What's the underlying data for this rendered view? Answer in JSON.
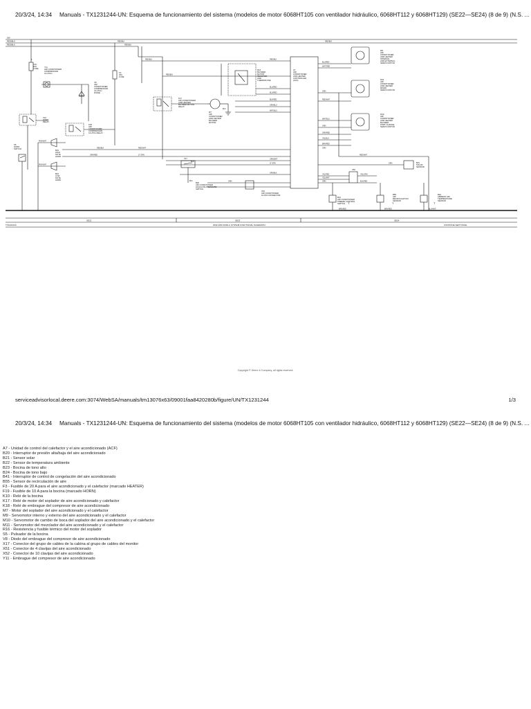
{
  "header": {
    "timestamp": "20/3/24, 14:34",
    "title": "Manuals - TX1231244-UN: Esquema de funcionamiento del sistema (modelos de motor 6068HT105 con ventilador hidráulico, 6068HT112 y 6068HT129) (SE22—SE24) (8 de 9) (N.S. ..."
  },
  "footer": {
    "url": "serviceadvisorlocal.deere.com:3074/WebSA/manuals/tm13076x63/09001faa8420280b/figure/UN/TX1231244",
    "page": "1/3"
  },
  "diagram": {
    "figure_id": "TX1231244",
    "caption": "2032 AND 2032LC SYSTEM FUNCTIONAL SCHEMATIC",
    "continue_label": "CONTINUE NEXT PAGE",
    "sections": [
      "SE22",
      "SE23",
      "SE24"
    ],
    "copyright": "Copyright © Deere & Company, all rights reserved.",
    "left_wires": [
      "SW",
      "RED/BLK",
      "RED/BLK"
    ],
    "components": {
      "F19": [
        "F19",
        "10A",
        "FUSE"
      ],
      "Y11": [
        "Y11",
        "AIR CONDITIONER",
        "COMPRESSOR",
        "CLUTCH"
      ],
      "F3": [
        "F3",
        "20A",
        "FUSE"
      ],
      "V8": [
        "V8",
        "AIR",
        "CONDITIONER",
        "COMPRESSOR",
        "CLUTCH",
        "DIODE"
      ],
      "K10": [
        "K10",
        "HORN",
        "RELAY"
      ],
      "K18": [
        "K18",
        "AIR",
        "CONDITIONER",
        "COMPRESSOR",
        "CLUTCH RELAY"
      ],
      "K17": [
        "K17",
        "AIR CONDITIONER",
        "AND HEATER",
        "BLOWER MOTOR",
        "RELAY"
      ],
      "R16": [
        "R16",
        "BLOWER",
        "MOTOR",
        "RESISTOR",
        "AND",
        "THERMOFUSE"
      ],
      "A7": [
        "A7",
        "AIR",
        "CONDITIONER",
        "AND HEATER",
        "CONTROLLER",
        "(ACF)"
      ],
      "M7": [
        "M7",
        "AIR",
        "CONDITIONER",
        "AND HEATER",
        "BLOWER",
        "MOTOR"
      ],
      "S5": [
        "S5",
        "HORN",
        "SWITCH"
      ],
      "B23": [
        "B23",
        "HIGH",
        "NOTE",
        "HORN"
      ],
      "B24": [
        "B24",
        "LOW",
        "NOTE",
        "HORN"
      ],
      "X17": [
        "X17"
      ],
      "B20": [
        "B20",
        "AIR CONDITIONER",
        "HIGH/LOW-PRESSURE",
        "SWITCH"
      ],
      "X51": [
        "X51",
        "AIR CONDITIONER",
        "10-PIN CONNECTOR"
      ],
      "X52": [
        "X52"
      ],
      "M9": [
        "M9",
        "AIR",
        "CONDITIONER",
        "AND HEATER",
        "INTERNAL",
        "AND EXTERNAL",
        "SERVO MOTOR"
      ],
      "M11": [
        "M11",
        "AIR",
        "CONDITIONER",
        "AND HEATER",
        "MIXER",
        "SERVO MOTOR"
      ],
      "M10": [
        "M10",
        "AIR",
        "CONDITIONER",
        "AND HEATER",
        "BLOWER",
        "PORT CHANGE",
        "SERVO MOTOR"
      ],
      "B21": [
        "B21",
        "SOLAR",
        "SENSOR"
      ],
      "B41": [
        "B41",
        "AIR CONDITIONER",
        "FREEZE CONTROL",
        "SWITCH"
      ],
      "B55": [
        "B55",
        "AIR",
        "RECIRCULATION",
        "SENSOR"
      ],
      "B22": [
        "B22",
        "AMBIENT AIR",
        "TEMPERATURE",
        "SENSOR"
      ]
    },
    "wire_labels": [
      "RED/BLK",
      "RED/BLK",
      "RED/BLK",
      "BLU/RED",
      "WHT/RED",
      "RED/BLK",
      "RED/BLK",
      "GRN",
      "RED/WHT",
      "BLU/RED",
      "BLU/RED",
      "WHT/BLU",
      "BLK/RED",
      "GRN/BLU",
      "RED/BLK",
      "GRN",
      "GRN/RED",
      "YEL/BLU",
      "BRN/RED",
      "WHT/BLU",
      "ORN",
      "RED/BLK",
      "GRN/WHT",
      "LT GRN",
      "ORN/BLK",
      "BLK",
      "GRN",
      "YEL/RED",
      "YEL/WHT",
      "ORN",
      "YEL/GRN",
      "BLK/RED",
      "PNK/WHT",
      "PNK/WHT",
      "RED/WHT",
      "LT GRN",
      "GRN/RED",
      "BLK",
      "BLK",
      "BRN/RED",
      "BRN/RED",
      "BLU/WHT",
      "RED/WHT",
      "GRN"
    ]
  },
  "legend": [
    "A7 - Unidad de control del calefactor y el aire acondicionado (ACF)",
    "B20 - Interruptor de presión alta/baja del aire acondicionado",
    "B21 - Sensor solar",
    "B22 - Sensor de temperatura ambiente",
    "B23 - Bocina de tono alto",
    "B24 - Bocina de tono bajo",
    "B41 - Interruptor de control de congelación del aire acondicionado",
    "B55 - Sensor de recirculación de aire",
    "F3 - Fusible de 20 A para el aire acondicionado y el calefactor (marcado HEATER)",
    "F19 - Fusible de 10 A para la bocina (marcado HORN)",
    "K10 - Relé de la bocina",
    "K17 - Relé de motor del soplador de aire acondicionado y calefactor",
    "K18 - Relé de embrague del compresor de aire acondicionado",
    "M7 - Motor del soplador del aire acondicionado y el calefactor",
    "M9 - Servomotor interno y externo del aire acondicionado y el calefactor",
    "M10 - Servomotor de cambio de boca del soplador del aire acondicionado y el calefactor",
    "M11 - Servomotor del mezclador del aire acondicionado y el calefactor",
    "R16 - Resistencia y fusible térmico del motor del soplador",
    "S5 - Pulsador de la bocina",
    "V8 - Diodo del embrague del compresor de aire acondicionado",
    "X17 - Conector del grupo de cables de la cabina al grupo de cables del monitor",
    "X51 - Conector de 4 clavijas del aire acondicionado",
    "X52 - Conector de 10 clavijas del aire acondicionado",
    "Y11 - Embrague del compresor de aire acondicionado"
  ]
}
